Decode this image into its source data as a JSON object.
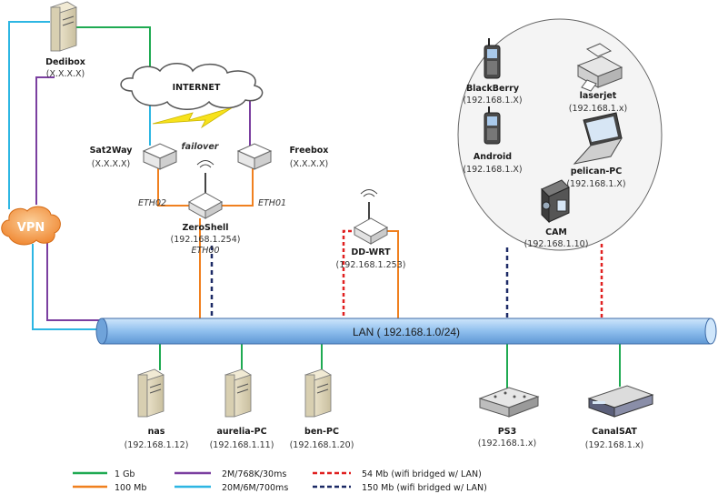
{
  "cloud_internet": "INTERNET",
  "failover": "failover",
  "vpn": "VPN",
  "lan": "LAN ( 192.168.1.0/24)",
  "devices": {
    "dedibox": {
      "name": "Dedibox",
      "ip": "(X.X.X.X)"
    },
    "sat2way": {
      "name": "Sat2Way",
      "ip": "(X.X.X.X)"
    },
    "freebox": {
      "name": "Freebox",
      "ip": "(X.X.X.X)"
    },
    "zeroshell": {
      "name": "ZeroShell",
      "ip": "(192.168.1.254)",
      "eth0": "ETH00",
      "eth1": "ETH01",
      "eth2": "ETH02"
    },
    "ddwrt": {
      "name": "DD-WRT",
      "ip": "(192.168.1.253)"
    },
    "blackberry": {
      "name": "BlackBerry",
      "ip": "(192.168.1.X)"
    },
    "android": {
      "name": "Android",
      "ip": "(192.168.1.X)"
    },
    "laserjet": {
      "name": "laserjet",
      "ip": "(192.168.1.x)"
    },
    "pelican": {
      "name": "pelican-PC",
      "ip": "(192.168.1.X)"
    },
    "cam": {
      "name": "CAM",
      "ip": "(192.168.1.10)"
    },
    "nas": {
      "name": "nas",
      "ip": "(192.168.1.12)"
    },
    "aurelia": {
      "name": "aurelia-PC",
      "ip": "(192.168.1.11)"
    },
    "ben": {
      "name": "ben-PC",
      "ip": "(192.168.1.20)"
    },
    "ps3": {
      "name": "PS3",
      "ip": "(192.168.1.x)"
    },
    "canalsat": {
      "name": "CanalSAT",
      "ip": "(192.168.1.x)"
    }
  },
  "legend": [
    {
      "label": "1 Gb",
      "color": "#1faa52",
      "style": "solid"
    },
    {
      "label": "100 Mb",
      "color": "#f0801f",
      "style": "solid"
    },
    {
      "label": "2M/768K/30ms",
      "color": "#7b3fa0",
      "style": "solid"
    },
    {
      "label": "20M/6M/700ms",
      "color": "#2db6e3",
      "style": "solid"
    },
    {
      "label": "54 Mb (wifi bridged w/ LAN)",
      "color": "#e02020",
      "style": "dashed"
    },
    {
      "label": "150 Mb (wifi bridged w/ LAN)",
      "color": "#1c2a66",
      "style": "dashed"
    }
  ],
  "colors": {
    "lan_bus": "#9cc6f0",
    "vpn_cloud": "#f5a25a",
    "wireless_ellipse": "#f2f2f2"
  }
}
